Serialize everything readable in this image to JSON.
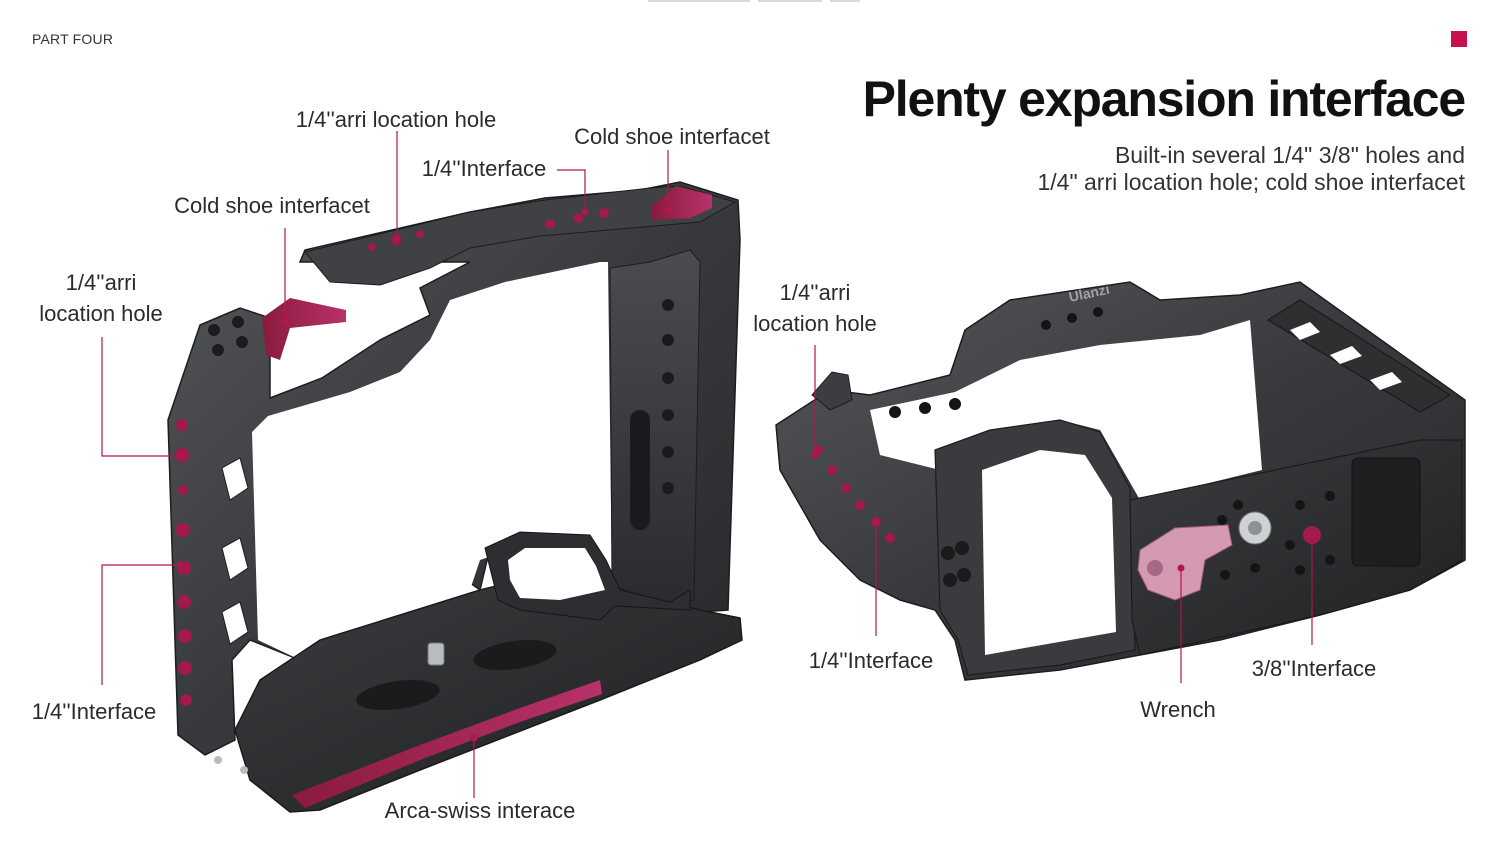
{
  "header": {
    "part_label": "PART FOUR",
    "title": "Plenty expansion interface",
    "subtitle_line1": "Built-in several 1/4\" 3/8\" holes and",
    "subtitle_line2": "1/4\" arri location hole; cold shoe interfacet"
  },
  "colors": {
    "accent": "#c8124f",
    "cage_dark": "#2e2f31",
    "cage_mid": "#45474a",
    "cage_edge": "#5d6064",
    "hole": "#9e1a4a",
    "wrench": "#d49ab4",
    "leader": "#b0164f"
  },
  "callouts_left": {
    "arri_top": "1/4''arri location hole",
    "cold_shoe_right": "Cold shoe interfacet",
    "interface_top": "1/4''Interface",
    "cold_shoe_left": "Cold shoe interfacet",
    "arri_side_line1": "1/4''arri",
    "arri_side_line2": "location hole",
    "interface_side": "1/4''Interface",
    "arca": "Arca-swiss interace"
  },
  "callouts_right": {
    "arri_line1": "1/4''arri",
    "arri_line2": "location hole",
    "interface": "1/4''Interface",
    "wrench": "Wrench",
    "interface_38": "3/8''Interface"
  },
  "product": {
    "brand": "Ulanzi"
  }
}
